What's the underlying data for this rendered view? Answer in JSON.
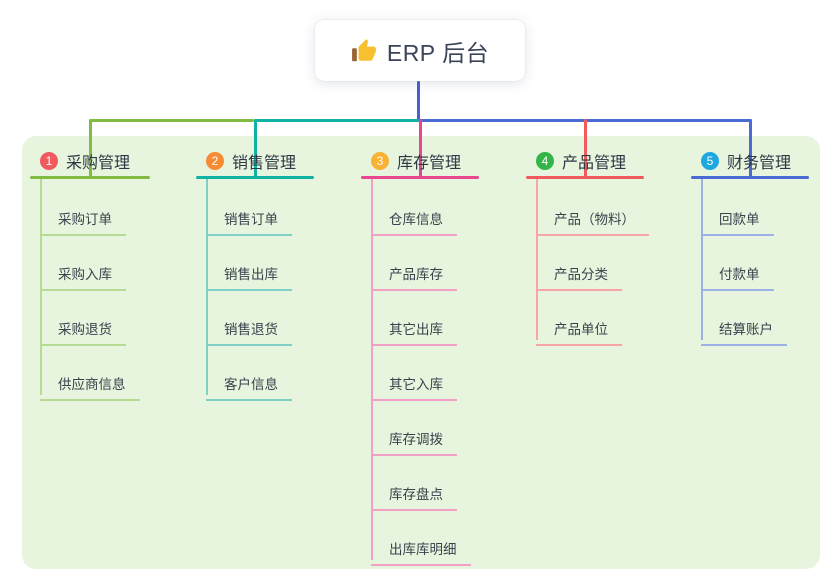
{
  "root": {
    "label": "ERP 后台",
    "icon": "thumbs-up-icon"
  },
  "colors": {
    "page_bg": "#ffffff",
    "panel_bg": "#e7f5de",
    "root_card_bg": "#ffffff",
    "root_text": "#3a4357",
    "trunk_line": "#4a5fd0",
    "header_text": "#2e3743",
    "child_text": "#3a424c",
    "thumb_yellow": "#f6c02e",
    "thumb_cuff_brown": "#9a6235"
  },
  "branches": [
    {
      "badge": "1",
      "label": "采购管理",
      "badge_color": "#f05a5e",
      "line_color": "#82bb41",
      "tint_color": "#b7db92",
      "children": [
        "采购订单",
        "采购入库",
        "采购退货",
        "供应商信息"
      ]
    },
    {
      "badge": "2",
      "label": "销售管理",
      "badge_color": "#f68b33",
      "line_color": "#10b3a3",
      "tint_color": "#7fd0c5",
      "children": [
        "销售订单",
        "销售出库",
        "销售退货",
        "客户信息"
      ]
    },
    {
      "badge": "3",
      "label": "库存管理",
      "badge_color": "#f9b234",
      "line_color": "#e8468f",
      "tint_color": "#f49fc6",
      "children": [
        "仓库信息",
        "产品库存",
        "其它出库",
        "其它入库",
        "库存调拨",
        "库存盘点",
        "出库库明细"
      ]
    },
    {
      "badge": "4",
      "label": "产品管理",
      "badge_color": "#33b54a",
      "line_color": "#f15b5b",
      "tint_color": "#f7a5a5",
      "children": [
        "产品（物料）",
        "产品分类",
        "产品单位"
      ]
    },
    {
      "badge": "5",
      "label": "财务管理",
      "badge_color": "#1fa8e0",
      "line_color": "#4a6bd3",
      "tint_color": "#9cb1e5",
      "children": [
        "回款单",
        "付款单",
        "结算账户"
      ]
    }
  ]
}
